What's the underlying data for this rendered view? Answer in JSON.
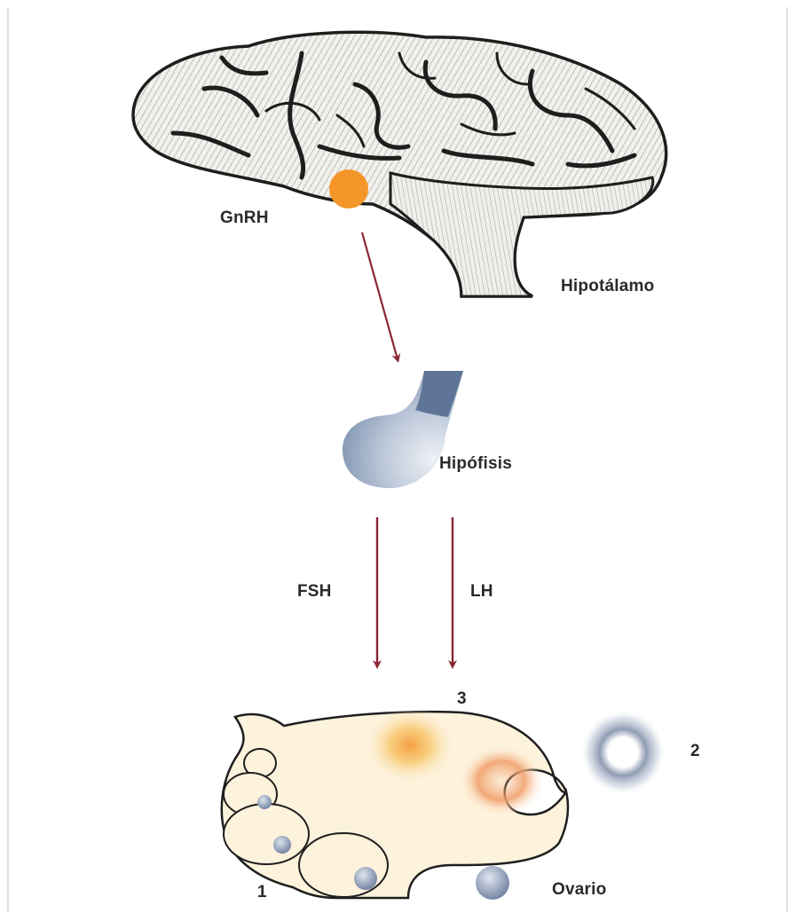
{
  "labels": {
    "gnrh": "GnRH",
    "hypothalamus": "Hipotálamo",
    "pituitary": "Hipófisis",
    "fsh": "FSH",
    "lh": "LH",
    "ovary": "Ovario",
    "stage_1": "1",
    "stage_2": "2",
    "stage_3": "3"
  },
  "colors": {
    "arrow": "#8b2635",
    "gnrh_dot": "#f5962a",
    "pituitary": "#6f86a8",
    "ovary_fill": "#fdf2dc",
    "outline": "#222222"
  },
  "icons": {
    "brain": "brain-icon",
    "pituitary": "pituitary-gland-icon",
    "ovary": "ovary-icon"
  }
}
